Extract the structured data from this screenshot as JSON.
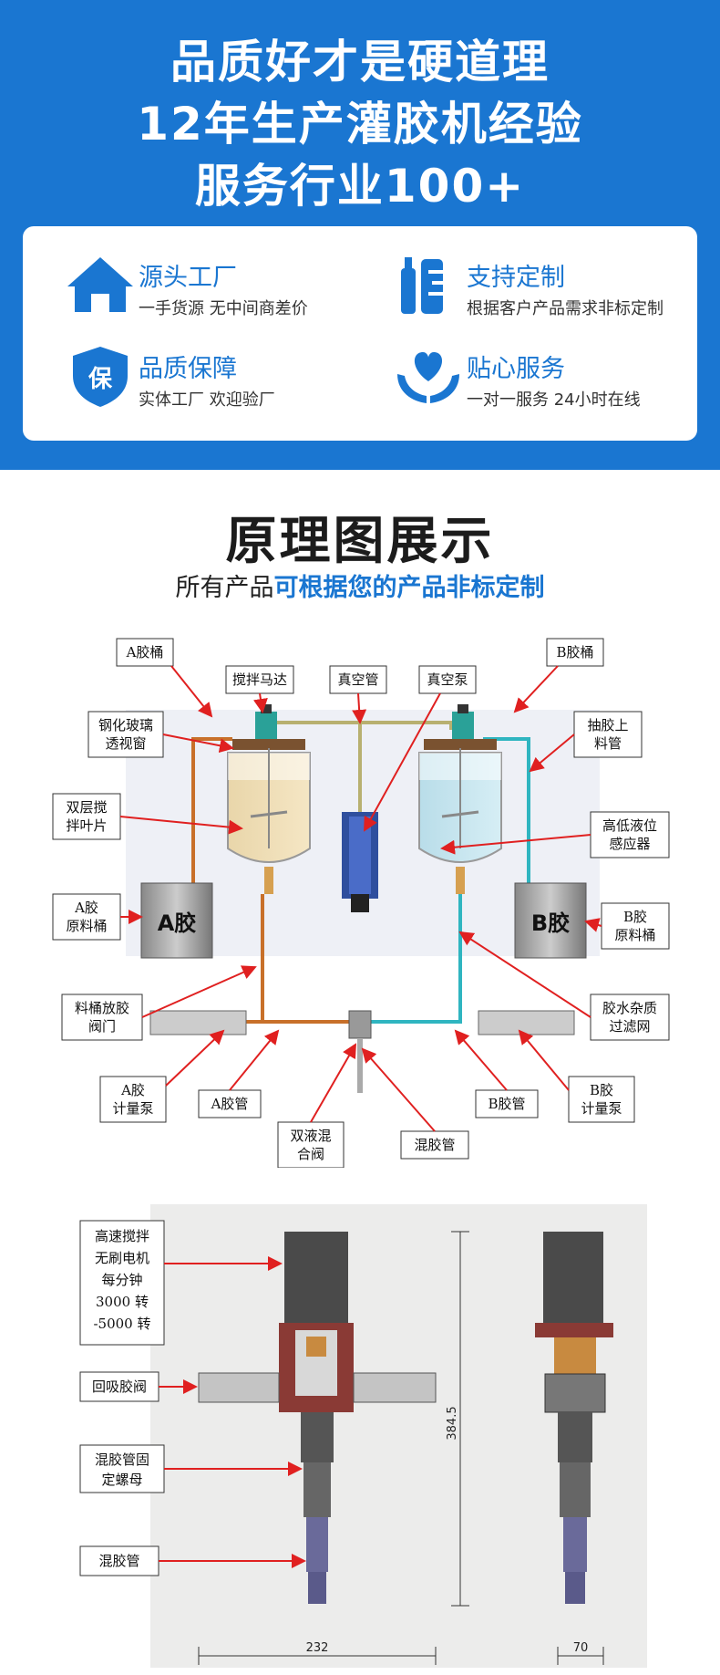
{
  "banner": {
    "line1": "品质好才是硬道理",
    "line2": "12年生产灌胶机经验",
    "line3": "服务行业100+"
  },
  "features": [
    {
      "icon": "house-icon",
      "title": "源头工厂",
      "desc": "一手货源  无中间商差价"
    },
    {
      "icon": "tools-icon",
      "title": "支持定制",
      "desc": "根据客户产品需求非标定制"
    },
    {
      "icon": "shield-icon",
      "title": "品质保障",
      "desc": "实体工厂  欢迎验厂"
    },
    {
      "icon": "heart-hands-icon",
      "title": "贴心服务",
      "desc": "一对一服务  24小时在线"
    }
  ],
  "shield_char": "保",
  "section": {
    "title": "原理图展示",
    "subtitle_plain": "所有产品",
    "subtitle_highlight": "可根据您的产品非标定制"
  },
  "diagram1": {
    "tank_a_label": "A胶",
    "tank_b_label": "B胶",
    "labels": {
      "a_barrel": "A胶桶",
      "mixer_motor": "搅拌马达",
      "vacuum_pipe": "真空管",
      "vacuum_pump": "真空泵",
      "b_barrel": "B胶桶",
      "glass_window_1": "钢化玻璃",
      "glass_window_2": "透视窗",
      "suction_1": "抽胶上",
      "suction_2": "料管",
      "blade_1": "双层搅",
      "blade_2": "拌叶片",
      "level_1": "高低液位",
      "level_2": "感应器",
      "a_raw_1": "A胶",
      "a_raw_2": "原料桶",
      "b_raw_1": "B胶",
      "b_raw_2": "原料桶",
      "valve_1": "料桶放胶",
      "valve_2": "阀门",
      "filter_1": "胶水杂质",
      "filter_2": "过滤网",
      "a_pump_1": "A胶",
      "a_pump_2": "计量泵",
      "a_pipe": "A胶管",
      "mix_valve_1": "双液混",
      "mix_valve_2": "合阀",
      "mix_pipe": "混胶管",
      "b_pipe": "B胶管",
      "b_pump_1": "B胶",
      "b_pump_2": "计量泵"
    }
  },
  "diagram2": {
    "labels": {
      "motor_1": "高速搅拌",
      "motor_2": "无刷电机",
      "motor_3": "每分钟",
      "motor_4": "3000 转",
      "motor_5": "-5000 转",
      "suck_back": "回吸胶阀",
      "nut_1": "混胶管固",
      "nut_2": "定螺母",
      "mix_tube": "混胶管"
    },
    "dims": {
      "height": "384.5",
      "width_front": "232",
      "width_side": "70"
    }
  },
  "colors": {
    "brand": "#1a76d1",
    "arrow": "#e02020",
    "a_pipe": "#c8702a",
    "b_pipe": "#2fb5c0"
  }
}
